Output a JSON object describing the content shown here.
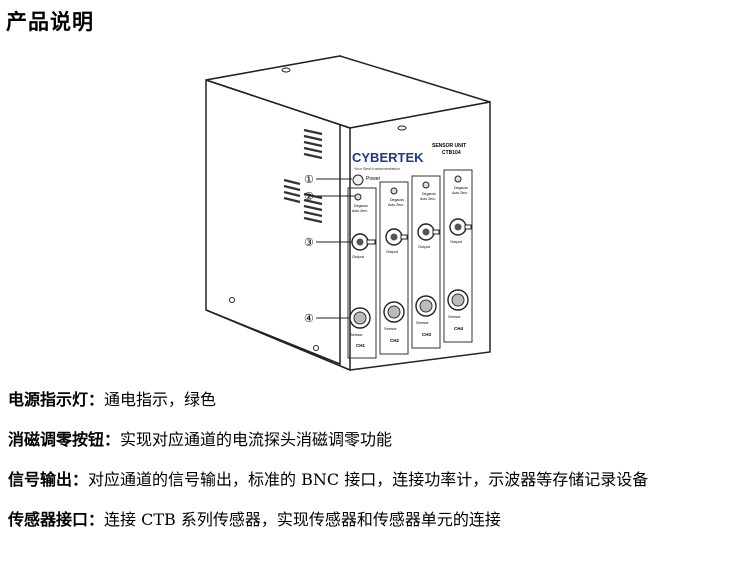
{
  "page": {
    "title": "产品说明"
  },
  "device": {
    "brand": "CYBERTEK",
    "tagline": "Your Best Instrumentation",
    "model_line1": "SENSOR UNIT",
    "model_line2": "CTB104",
    "power_label": "Power",
    "degauss_line1": "Degauss",
    "degauss_line2": "Auto Zero",
    "output_label": "Output",
    "sensor_label": "Sensor",
    "channels": [
      "CH1",
      "CH2",
      "CH3",
      "CH4"
    ],
    "callouts": [
      "①",
      "②",
      "③",
      "④"
    ]
  },
  "descriptions": [
    {
      "term": "电源指示灯：",
      "text": "通电指示，绿色"
    },
    {
      "term": "消磁调零按钮：",
      "text": "实现对应通道的电流探头消磁调零功能"
    },
    {
      "term": "信号输出：",
      "text": "对应通道的信号输出，标准的 BNC 接口，连接功率计，示波器等存储记录设备"
    },
    {
      "term": "传感器接口：",
      "text": "连接 CTB 系列传感器，实现传感器和传感器单元的连接"
    }
  ]
}
